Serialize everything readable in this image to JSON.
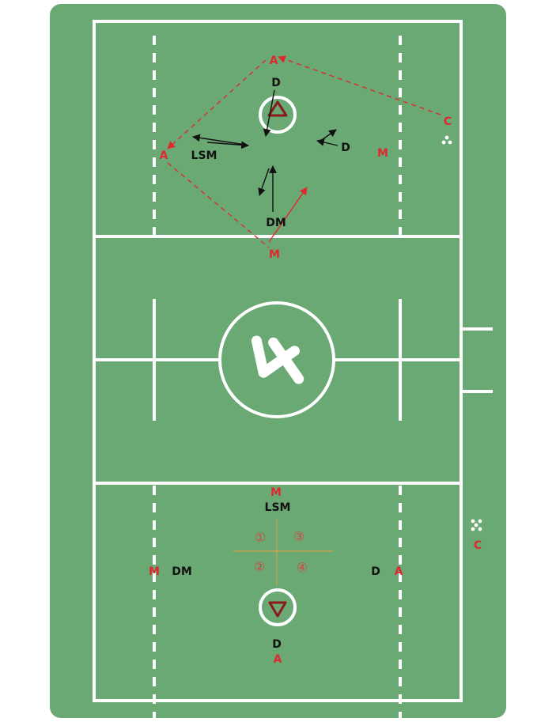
{
  "colors": {
    "field": "#6aa874",
    "lines": "#ffffff",
    "team_red": "#e0282e",
    "team_black": "#111111",
    "goal_marker": "#8b1a1a",
    "faceoff_cross": "#d6a24a"
  },
  "logo": {
    "name": "league-logo-icon",
    "text": "4"
  },
  "top_half": {
    "players": [
      {
        "id": "top-a-crease",
        "label": "A",
        "team": "red"
      },
      {
        "id": "top-d-crease",
        "label": "D",
        "team": "black"
      },
      {
        "id": "top-c",
        "label": "C",
        "team": "red"
      },
      {
        "id": "top-a-left",
        "label": "A",
        "team": "red"
      },
      {
        "id": "top-lsm",
        "label": "LSM",
        "team": "black"
      },
      {
        "id": "top-d-right",
        "label": "D",
        "team": "black"
      },
      {
        "id": "top-m-right",
        "label": "M",
        "team": "red"
      },
      {
        "id": "top-dm",
        "label": "DM",
        "team": "black"
      },
      {
        "id": "top-m-bottom",
        "label": "M",
        "team": "red"
      }
    ]
  },
  "bottom_half": {
    "players": [
      {
        "id": "bot-m-top",
        "label": "M",
        "team": "red"
      },
      {
        "id": "bot-lsm",
        "label": "LSM",
        "team": "black"
      },
      {
        "id": "bot-m-left",
        "label": "M",
        "team": "red"
      },
      {
        "id": "bot-dm",
        "label": "DM",
        "team": "black"
      },
      {
        "id": "bot-d-right",
        "label": "D",
        "team": "black"
      },
      {
        "id": "bot-a-right",
        "label": "A",
        "team": "red"
      },
      {
        "id": "bot-c",
        "label": "C",
        "team": "red"
      },
      {
        "id": "bot-d-crease",
        "label": "D",
        "team": "black"
      },
      {
        "id": "bot-a-crease",
        "label": "A",
        "team": "red"
      }
    ],
    "quadrants": [
      "①",
      "③",
      "②",
      "④"
    ]
  }
}
